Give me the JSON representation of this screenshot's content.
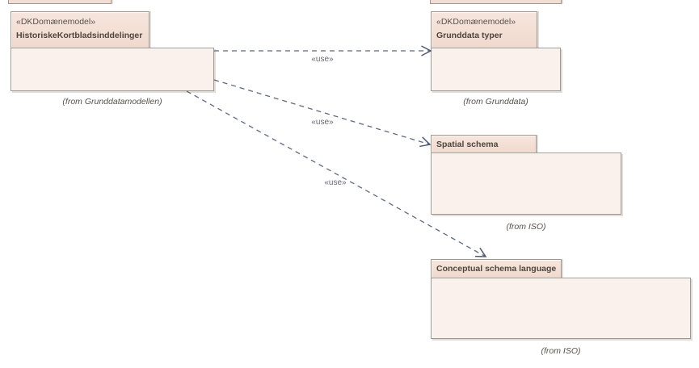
{
  "diagram": {
    "type": "uml-package-diagram",
    "packages": [
      {
        "stereotype": "«DKDomænemodel»",
        "name": "HistoriskeKortbladsinddelinger",
        "from": "(from Grunddatamodellen)"
      },
      {
        "stereotype": "«DKDomænemodel»",
        "name": "Grunddata typer",
        "from": "(from Grunddata)"
      },
      {
        "name": "Spatial schema",
        "from": "(from ISO)"
      },
      {
        "name": "Conceptual schema language",
        "from": "(from ISO)"
      }
    ],
    "dependencies": [
      {
        "label": "«use»",
        "from": "HistoriskeKortbladsinddelinger",
        "to": "Grunddata typer"
      },
      {
        "label": "«use»",
        "from": "HistoriskeKortbladsinddelinger",
        "to": "Spatial schema"
      },
      {
        "label": "«use»",
        "from": "HistoriskeKortbladsinddelinger",
        "to": "Conceptual schema language"
      }
    ],
    "colors": {
      "tab_fill": "#f3ded3",
      "body_fill": "#fbf1ec",
      "border": "#a0978e",
      "connector": "#5d6a80",
      "text": "#4c463e"
    }
  }
}
